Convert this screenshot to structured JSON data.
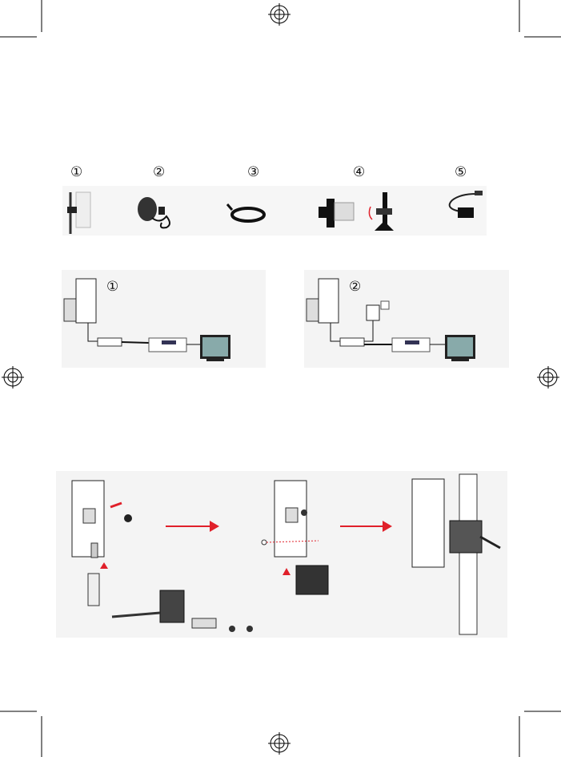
{
  "parts": {
    "labels": [
      "①",
      "②",
      "③",
      "④",
      "⑤"
    ],
    "icons": [
      "panel-antenna",
      "power-adapter",
      "coax-cable",
      "mounting-bracket",
      "power-injector-cable"
    ]
  },
  "connections": {
    "labels": [
      "①",
      "②"
    ]
  },
  "colors": {
    "arrow": "#e0202a",
    "panel_bg": "#f4f4f4",
    "ink": "#111111"
  }
}
